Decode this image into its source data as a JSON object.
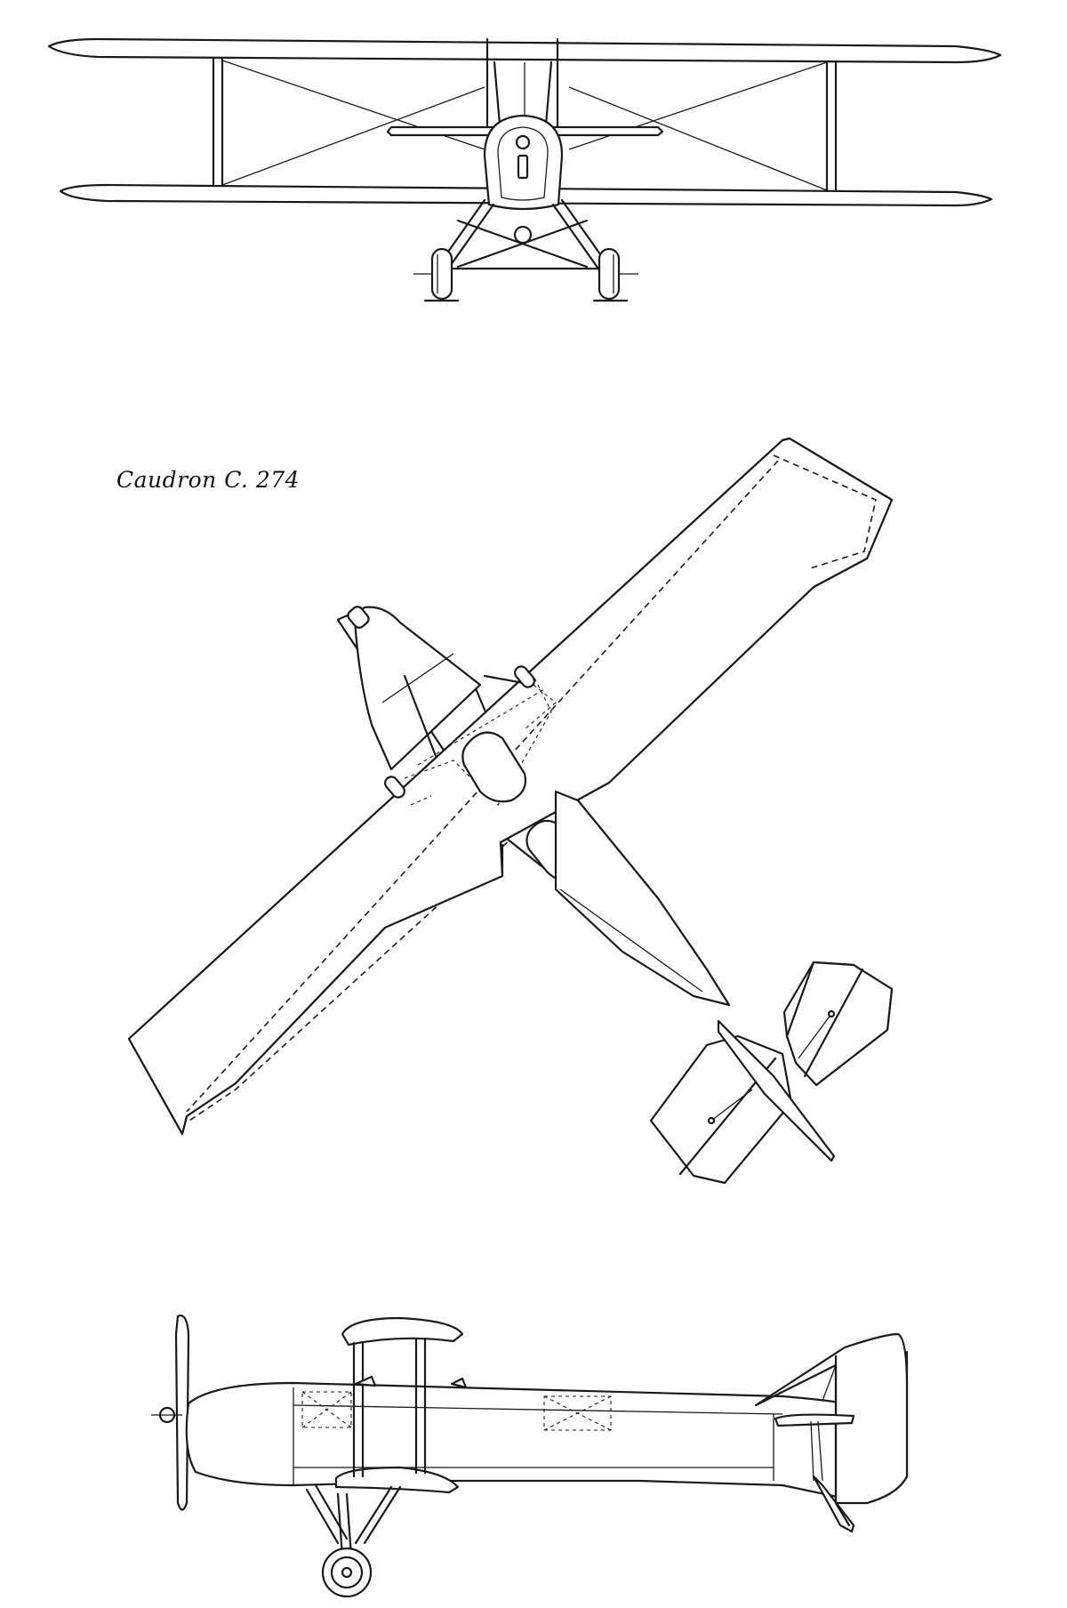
{
  "caption": "Caudron C. 274",
  "views": {
    "front": "front-view",
    "top": "top-view",
    "side": "side-view"
  }
}
